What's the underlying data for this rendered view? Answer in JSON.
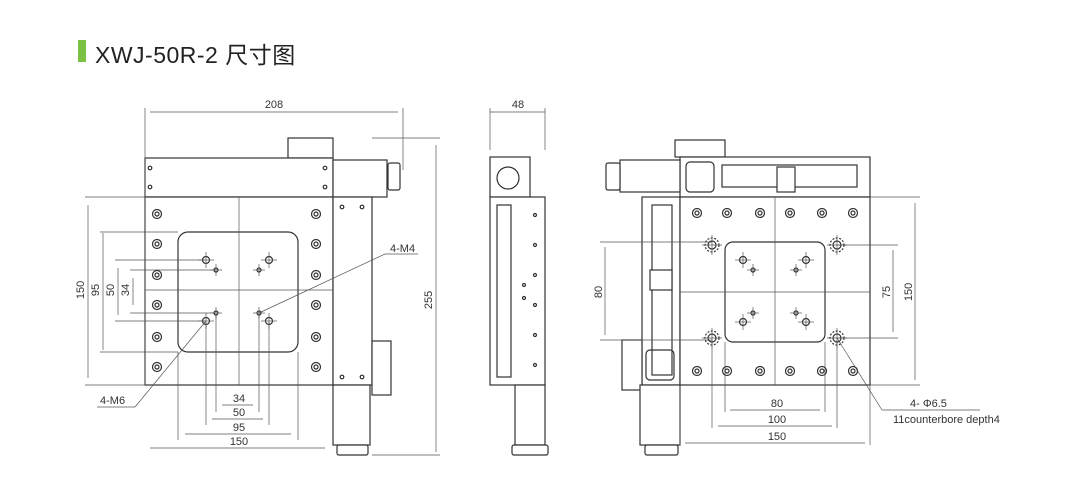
{
  "header": {
    "title": "XWJ-50R-2 尺寸图",
    "accent_color": "#7cc242"
  },
  "front_view": {
    "width_overall": "208",
    "height_overall": "255",
    "left_dims": [
      "150",
      "95",
      "50",
      "34"
    ],
    "bottom_dims": [
      "34",
      "50",
      "95",
      "150"
    ],
    "label_m4": "4-M4",
    "label_m6": "4-M6"
  },
  "side_view": {
    "width": "48"
  },
  "top_view": {
    "left_dim": "80",
    "right_dims": [
      "75",
      "150"
    ],
    "bottom_dims": [
      "80",
      "100",
      "150"
    ],
    "hole_label": "4- Φ6.5",
    "hole_note": "11counterbore depth4"
  }
}
